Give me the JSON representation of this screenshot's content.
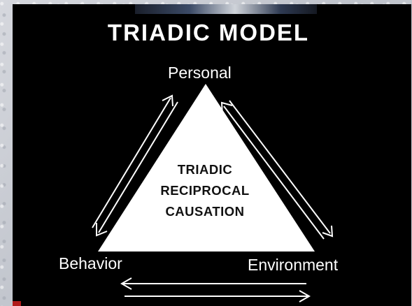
{
  "slide": {
    "title": "TRIADIC MODEL",
    "nodes": {
      "personal": "Personal",
      "behavior": "Behavior",
      "environment": "Environment"
    },
    "center_lines": [
      "TRIADIC",
      "RECIPROCAL",
      "CAUSATION"
    ]
  },
  "colors": {
    "slide_background": "#000000",
    "triangle_fill": "#ffffff",
    "text_light": "#ffffff",
    "text_dark": "#111111"
  }
}
